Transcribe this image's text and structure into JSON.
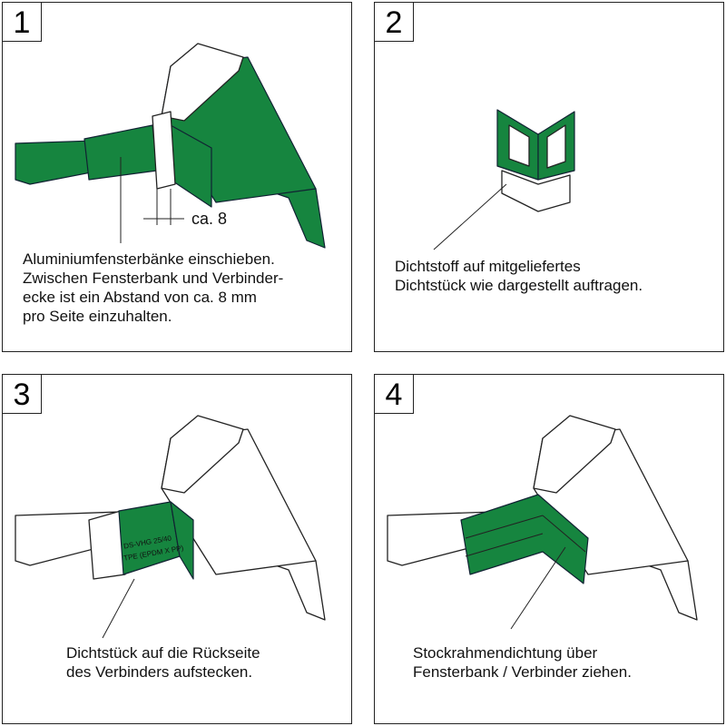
{
  "steps": [
    {
      "number": "1",
      "dimension_label": "ca. 8",
      "caption": "Aluminiumfensterbänke einschieben.\nZwischen Fensterbank und Verbinder-\necke ist ein Abstand von ca. 8 mm\npro Seite einzuhalten."
    },
    {
      "number": "2",
      "caption": "Dichtstoff auf mitgeliefertes\nDichtstück wie dargestellt auftragen."
    },
    {
      "number": "3",
      "part_label_1": "DS-VHG 25/40",
      "part_label_2": "TPE (EPDM X PP)",
      "caption": "Dichtstück auf die Rückseite\ndes Verbinders aufstecken."
    },
    {
      "number": "4",
      "caption": "Stockrahmendichtung über\nFensterbank / Verbinder ziehen."
    }
  ],
  "colors": {
    "accent_green": "#16853f"
  }
}
